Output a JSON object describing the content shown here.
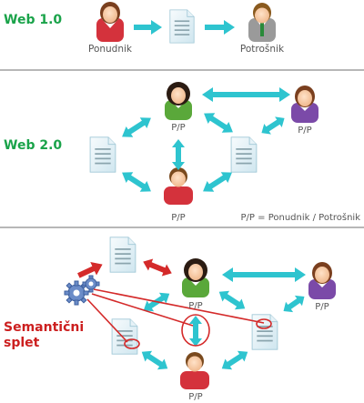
{
  "sections": {
    "web1": {
      "title": "Web 1.0",
      "title_color": "#1aa34a",
      "provider_label": "Ponudnik",
      "consumer_label": "Potrošnik"
    },
    "web2": {
      "title": "Web 2.0",
      "title_color": "#1aa34a",
      "pp_label": "P/P",
      "legend": "P/P = Ponudnik / Potrošnik"
    },
    "semantic": {
      "title_line1": "Semantični",
      "title_line2": "splet",
      "title_color": "#cc1f1f",
      "pp_label": "P/P"
    }
  },
  "colors": {
    "arrow": "#2ec4cf",
    "semantic_arrow": "#d42a2a",
    "divider": "#8c8c8c",
    "label": "#555555"
  }
}
